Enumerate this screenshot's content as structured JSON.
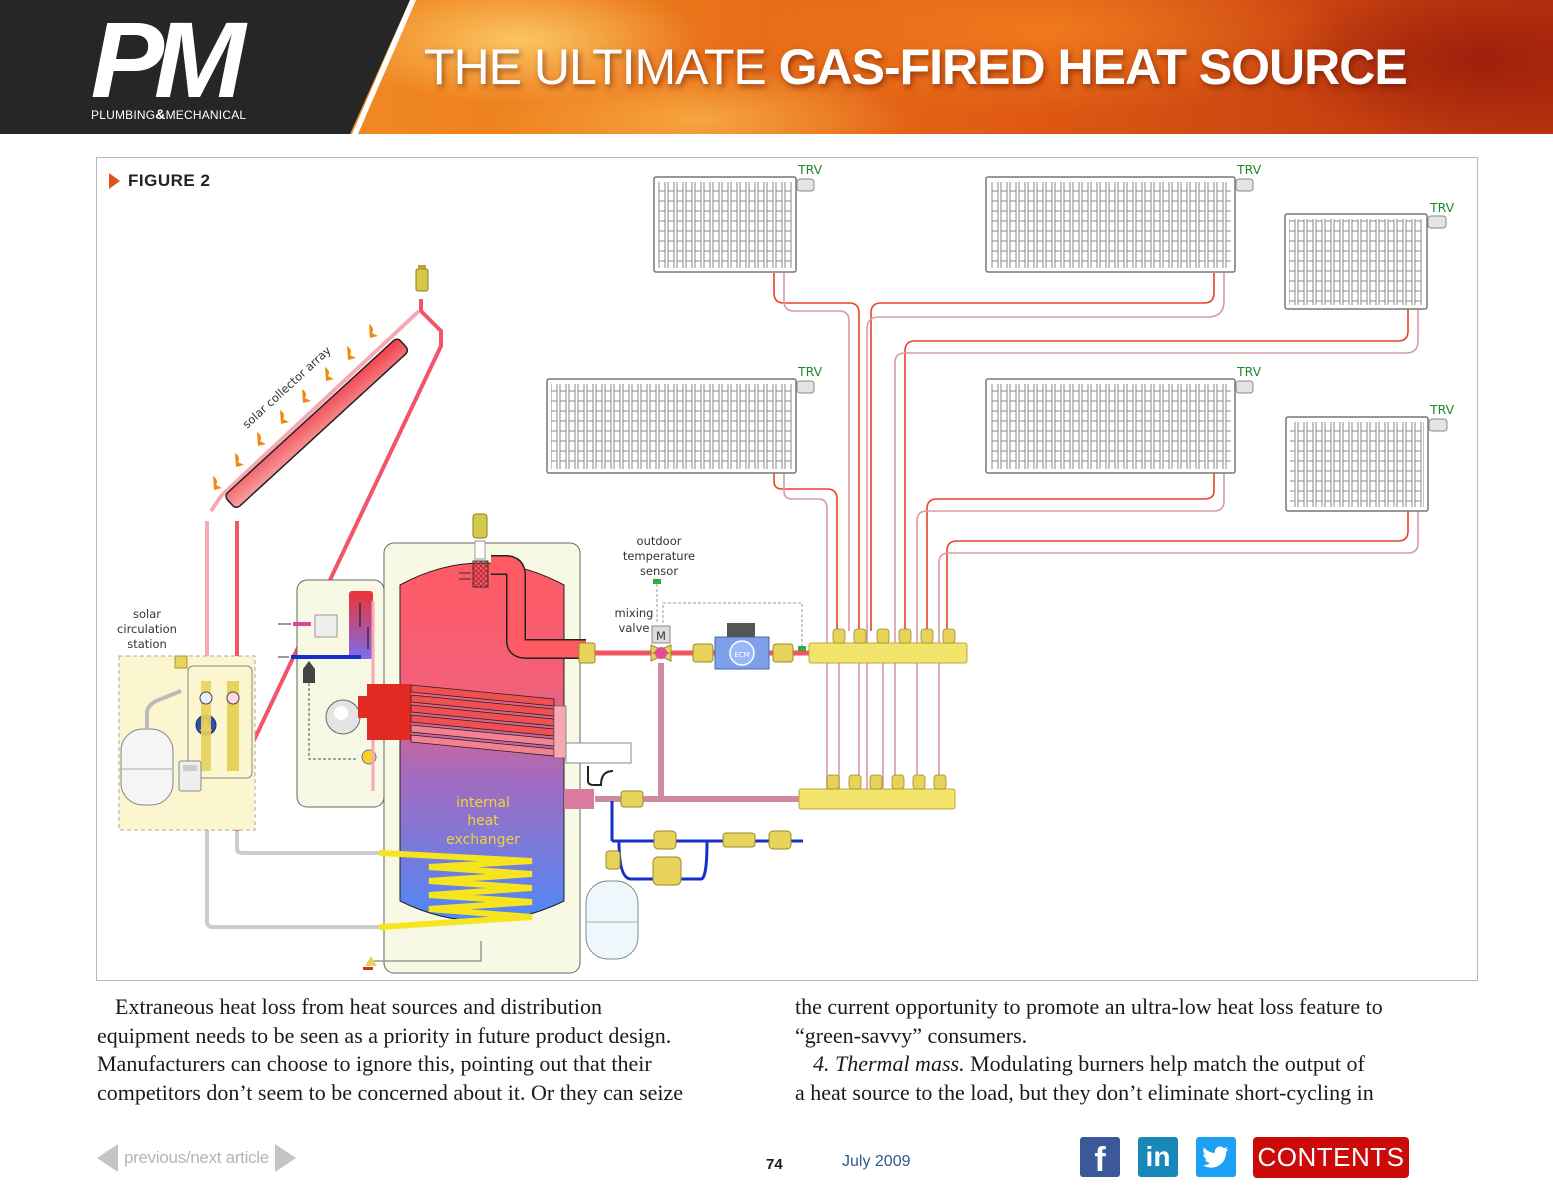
{
  "header": {
    "logo_text": "PM",
    "logo_subtitle_left": "PLUMBING",
    "logo_subtitle_amp": "&",
    "logo_subtitle_right": "MECHANICAL",
    "title_light": "THE ULTIMATE ",
    "title_bold": "GAS-FIRED HEAT SOURCE"
  },
  "figure": {
    "label": "FIGURE 2",
    "labels": {
      "solar_collector": "solar collector array",
      "solar_station_1": "solar",
      "solar_station_2": "circulation",
      "solar_station_3": "station",
      "outdoor_1": "outdoor",
      "outdoor_2": "temperature",
      "outdoor_3": "sensor",
      "mixing_1": "mixing",
      "mixing_2": "valve",
      "mixing_motor": "M",
      "pump_label": "ECM",
      "hx_1": "internal",
      "hx_2": "heat",
      "hx_3": "exchanger"
    },
    "radiators": [
      {
        "id": "radiator-1",
        "trv_label": "TRV"
      },
      {
        "id": "radiator-2",
        "trv_label": "TRV"
      },
      {
        "id": "radiator-3",
        "trv_label": "TRV"
      },
      {
        "id": "radiator-4",
        "trv_label": "TRV"
      },
      {
        "id": "radiator-5",
        "trv_label": "TRV"
      },
      {
        "id": "radiator-6",
        "trv_label": "TRV"
      }
    ],
    "colors": {
      "supply_pipe": "#e8432a",
      "return_pipe": "#d89aa8",
      "cold_water": "#1530c8",
      "tank_hot": "#ff5a63",
      "tank_cool": "#5a86f5",
      "brass": "#efe06a",
      "trv_text": "#1e8a2e"
    }
  },
  "article": {
    "left_lines": [
      "Extraneous heat loss from heat sources and distribution",
      "equipment needs to be seen as a priority in future product design.",
      "Manufacturers can choose to ignore this, pointing out that their",
      "competitors don’t seem to be concerned about it. Or they can seize"
    ],
    "right_lines": [
      "the current opportunity to promote an ultra-low heat loss feature to",
      "“green-savvy” consumers."
    ],
    "right_para2_italic": "4. Thermal mass.",
    "right_para2_rest": " Modulating burners help match the output of",
    "right_para2_line2": "a heat source to the load, but they don’t eliminate short-cycling in"
  },
  "footer": {
    "nav_label": "previous/next article",
    "page_number": "74",
    "issue_date": "July 2009",
    "social": {
      "facebook_icon": "f",
      "linkedin_icon": "in",
      "twitter_icon": "bird"
    },
    "contents_label": "CONTENTS"
  }
}
